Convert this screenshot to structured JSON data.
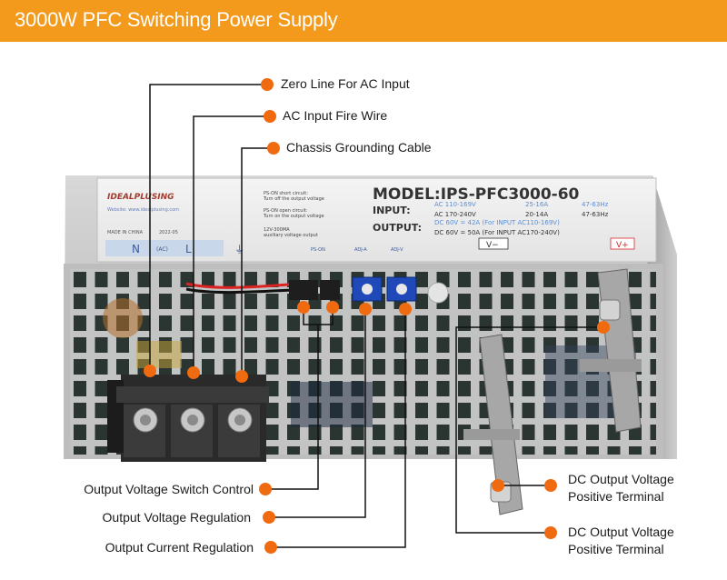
{
  "header": {
    "title": "3000W PFC Switching Power Supply"
  },
  "colors": {
    "accent": "#f39a1d",
    "marker": "#f06a10",
    "leader": "#111111"
  },
  "callouts": {
    "zero_line": "Zero Line For AC Input",
    "fire_wire": "AC Input Fire Wire",
    "grounding": "Chassis Grounding Cable",
    "switch_control": "Output Voltage Switch Control",
    "voltage_regulation": "Output Voltage Regulation",
    "current_regulation": "Output Current Regulation",
    "dc_positive_1_line1": "DC Output Voltage",
    "dc_positive_1_line2": "Positive Terminal",
    "dc_positive_2_line1": "DC Output Voltage",
    "dc_positive_2_line2": "Positive Terminal"
  },
  "product_label": {
    "brand": "IDEALPLUSING",
    "model": "MODEL:IPS-PFC3000-60",
    "input_label": "INPUT:",
    "input_row1": [
      "AC 110-169V",
      "25-16A",
      "47-63Hz"
    ],
    "input_row2": [
      "AC 170-240V",
      "20-14A",
      "47-63Hz"
    ],
    "output_label": "OUTPUT:",
    "output_row1": "DC 60V = 42A (For INPUT AC110-169V)",
    "output_row2": "DC 60V = 50A (For INPUT AC170-240V)",
    "ps_on_short_1": "PS-ON short circuit:",
    "ps_on_short_2": "Turn off the output voltage",
    "ps_on_open_1": "PS-ON open circuit:",
    "ps_on_open_2": "Turn on the output voltage",
    "aux_1": "12V-300MA",
    "aux_2": "auxiliary voltage output",
    "website": "Website: www.idealplusing.com",
    "made_in": "MADE IN CHINA",
    "date": "2022-05",
    "terminal_n": "N",
    "terminal_ac": "(AC)",
    "terminal_l": "L",
    "adj_a": "ADJ-A",
    "adj_v": "ADJ-V",
    "ps_on": "PS-ON",
    "v_minus": "V−",
    "v_plus": "V+"
  }
}
